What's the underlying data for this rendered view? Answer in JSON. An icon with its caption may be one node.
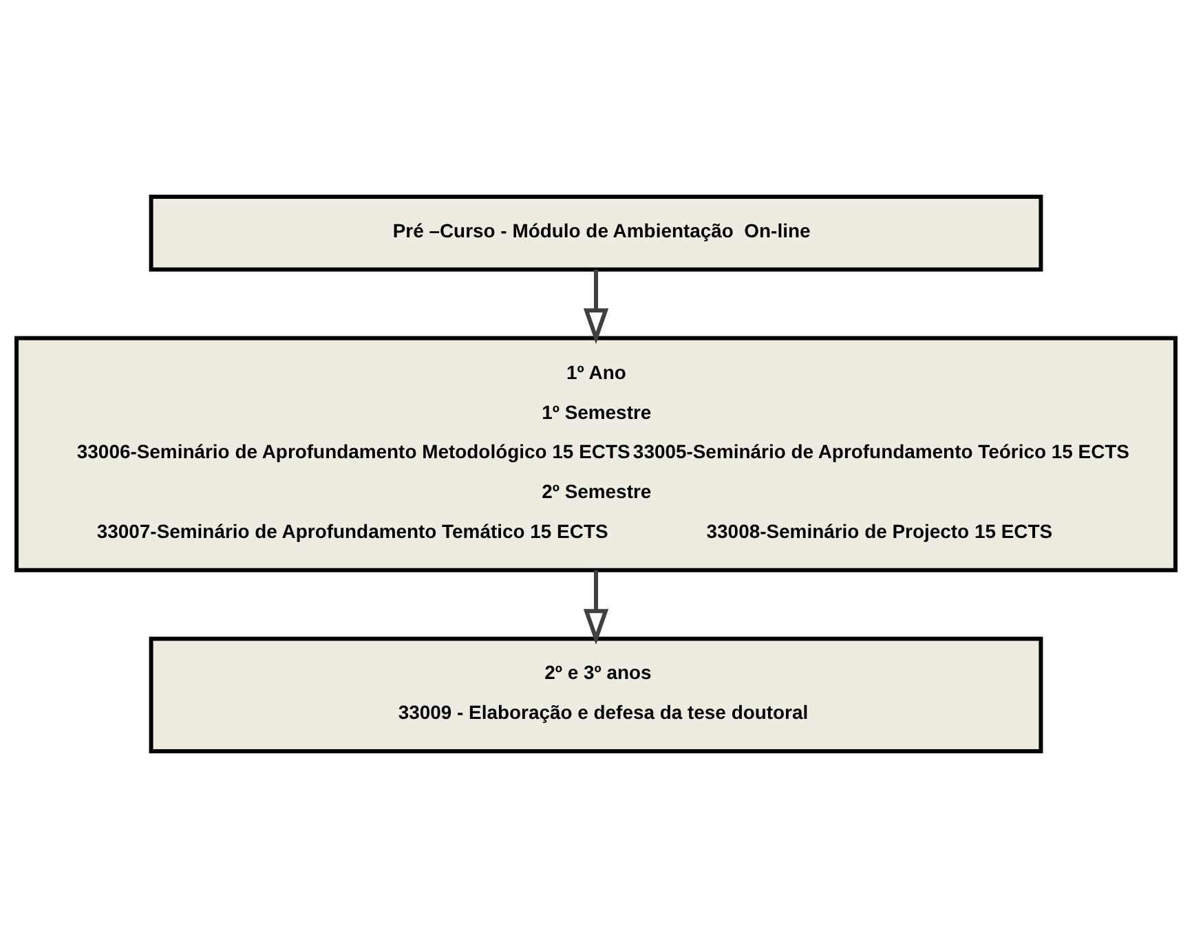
{
  "diagram": {
    "nodes": [
      {
        "text": [
          "Pré –Curso - Módulo de Ambientação  On-line"
        ]
      },
      {
        "text": [
          "1º Ano",
          "1º Semestre",
          "33006-Seminário de Aprofundamento Metodológico 15 ECTS",
          "33005-Seminário de Aprofundamento Teórico 15 ECTS",
          "2º Semestre",
          "33007-Seminário de Aprofundamento Temático 15 ECTS",
          "33008-Seminário de Projecto 15 ECTS"
        ]
      },
      {
        "text": [
          "2º e 3º anos",
          "33009 - Elaboração e defesa da tese doutoral"
        ]
      }
    ],
    "edges": [
      {
        "from": 0,
        "to": 1,
        "arrow": "to"
      },
      {
        "from": 1,
        "to": 2,
        "arrow": "to"
      }
    ]
  }
}
